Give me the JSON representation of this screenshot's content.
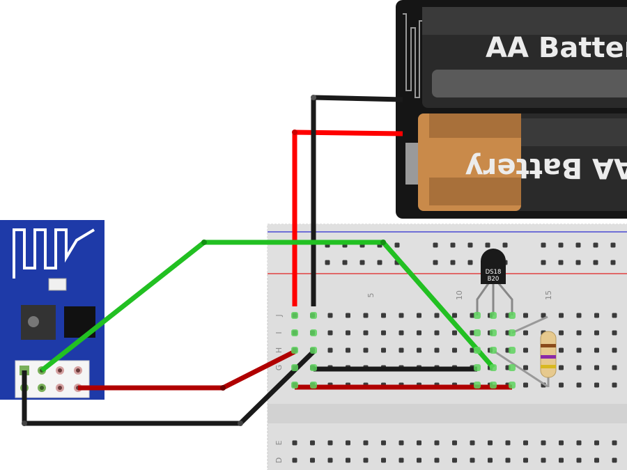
{
  "battery": {
    "label_top": "AA Battery",
    "label_bottom": "AA Battery"
  },
  "sensor": {
    "line1": "DS18",
    "line2": "B20"
  },
  "breadboard": {
    "row_letters_top": [
      "J",
      "I",
      "H",
      "G"
    ],
    "row_letters_bottom": [
      "E",
      "D"
    ],
    "column_numbers": [
      "5",
      "10",
      "15"
    ]
  },
  "colors": {
    "wire_red": "#ff0000",
    "wire_black": "#1a1a1a",
    "wire_green": "#22c022",
    "wire_darkred": "#b00000",
    "esp_board": "#1e3aa8",
    "breadboard": "#dcdcdc"
  }
}
